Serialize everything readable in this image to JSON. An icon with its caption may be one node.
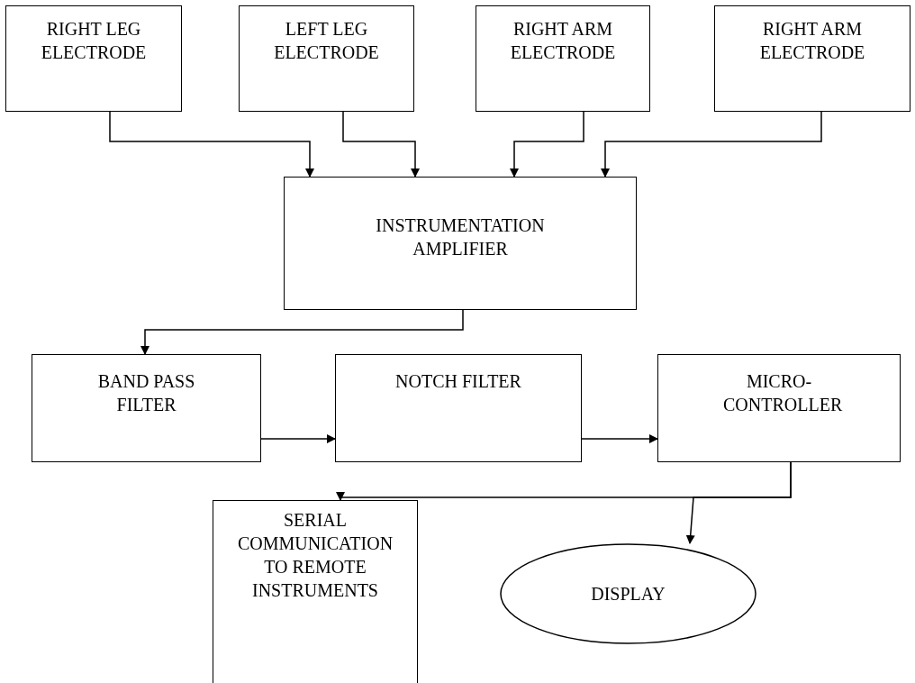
{
  "diagram": {
    "nodes": [
      {
        "text": [
          "RIGHT LEG ELECTRODE"
        ]
      },
      {
        "text": [
          "LEFT LEG ELECTRODE"
        ]
      },
      {
        "text": [
          "RIGHT ARM ELECTRODE"
        ]
      },
      {
        "text": [
          "RIGHT ARM ELECTRODE"
        ]
      },
      {
        "text": [
          "INSTRUMENTATION AMPLIFIER"
        ]
      },
      {
        "text": [
          "BAND PASS FILTER"
        ]
      },
      {
        "text": [
          "NOTCH FILTER"
        ]
      },
      {
        "text": [
          "MICRO-CONTROLLER"
        ]
      },
      {
        "text": [
          "SERIAL COMMUNICATION TO REMOTE INSTRUMENTS"
        ]
      },
      {
        "text": [
          "DISPLAY"
        ]
      }
    ],
    "edges": [
      {
        "from": 0,
        "to": 4,
        "arrow": "to"
      },
      {
        "from": 1,
        "to": 4,
        "arrow": "to"
      },
      {
        "from": 2,
        "to": 4,
        "arrow": "to"
      },
      {
        "from": 3,
        "to": 4,
        "arrow": "to"
      },
      {
        "from": 4,
        "to": 5,
        "arrow": "to"
      },
      {
        "from": 5,
        "to": 6,
        "arrow": "to"
      },
      {
        "from": 6,
        "to": 7,
        "arrow": "to"
      },
      {
        "from": 7,
        "to": 8,
        "arrow": "to"
      },
      {
        "from": 7,
        "to": 9,
        "arrow": "to"
      }
    ]
  }
}
